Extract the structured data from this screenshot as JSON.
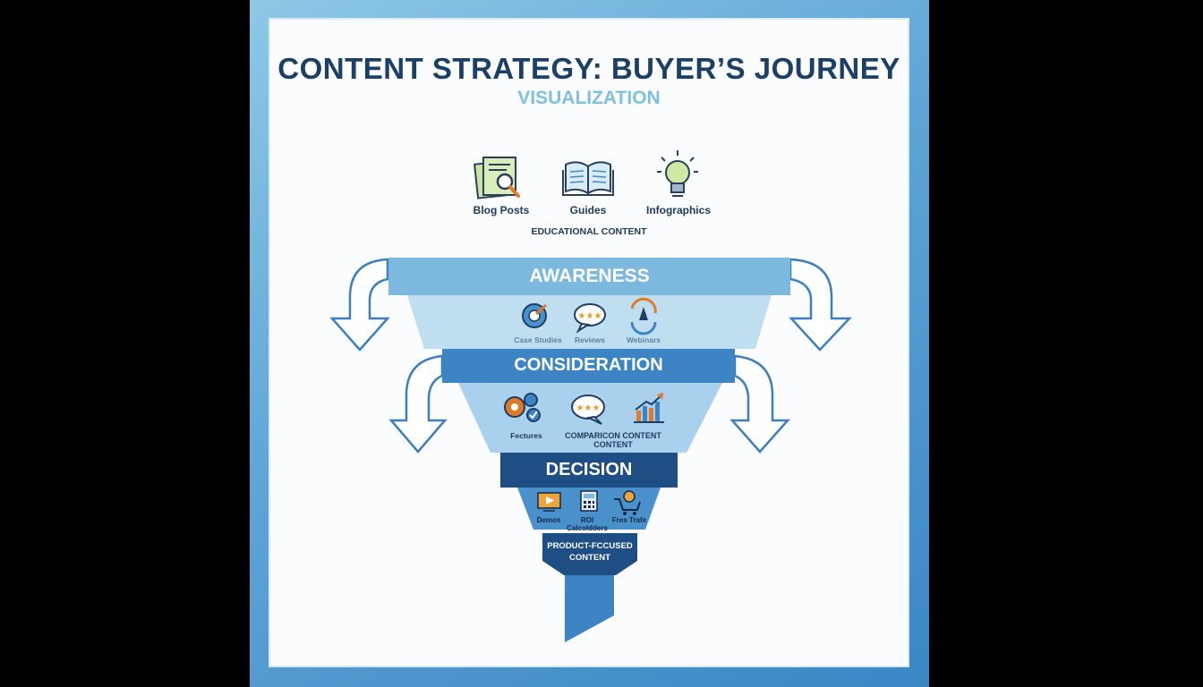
{
  "title": "CONTENT STRATEGY: BUYER’S JOURNEY",
  "subtitle": "VISUALIZATION",
  "top_icons": [
    {
      "icon": "blog-magnifier-icon",
      "label": "Blog Posts"
    },
    {
      "icon": "open-book-icon",
      "label": "Guides"
    },
    {
      "icon": "lightbulb-icon",
      "label": "Infographics"
    }
  ],
  "top_group_label": "EDUCATIONAL CONTENT",
  "stages": [
    {
      "name": "AWARENESS",
      "color": "#7db8df",
      "items": [
        "Case Studies",
        "Reviews",
        "Webinars"
      ]
    },
    {
      "name": "CONSIDERATION",
      "color": "#3c84c4",
      "items": [
        "Fectures",
        "COMPARICON CONTENT CONTENT"
      ]
    },
    {
      "name": "DECISION",
      "color": "#1f4e84",
      "items": [
        "Demos",
        "ROI Calcoldders",
        "Fres Trafe"
      ]
    }
  ],
  "bottom_label_line1": "PRODUCT-FCCUSED",
  "bottom_label_line2": "CONTENT"
}
